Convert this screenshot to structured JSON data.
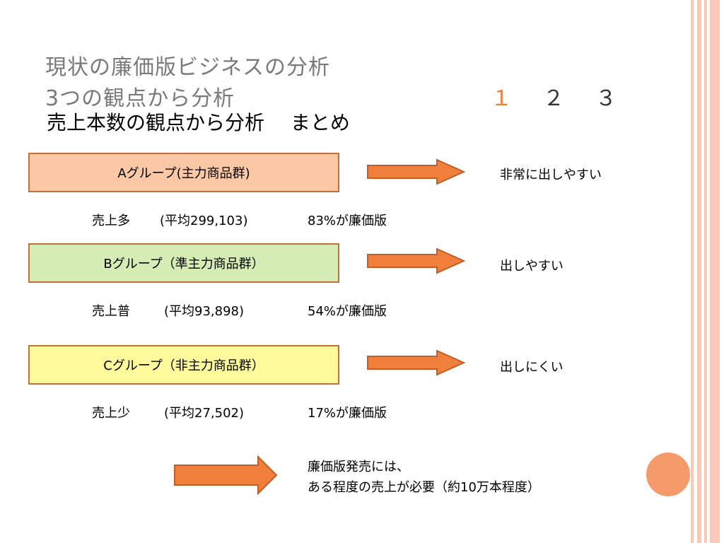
{
  "title": {
    "line1": "現状の廉価版ビジネスの分析",
    "line2": "3つの観点から分析"
  },
  "numbers": [
    "１",
    "２",
    "３"
  ],
  "subtitle": "売上本数の観点から分析　 まとめ",
  "groups": [
    {
      "label": "Aグループ(主力商品群)",
      "result": "非常に出しやすい",
      "sales": "売上多",
      "average": "(平均299,103)",
      "ratio": "83%が廉価版",
      "fill": "#fbc8a6"
    },
    {
      "label": "Bグループ（準主力商品群）",
      "result": "出しやすい",
      "sales": "売上普",
      "average": "(平均93,898)",
      "ratio": "54%が廉価版",
      "fill": "#d5edb5"
    },
    {
      "label": "Cグループ（非主力商品群）",
      "result": "出しにくい",
      "sales": "売上少",
      "average": "(平均27,502)",
      "ratio": "17%が廉価版",
      "fill": "#fffb9c"
    }
  ],
  "conclusion": {
    "line1": "廉価版発売には、",
    "line2": "ある程度の売上が必要（約10万本程度）"
  },
  "colors": {
    "accent": "#f07f3c",
    "arrow_fill": "#f07f3c",
    "arrow_border": "#c05f2a",
    "title_gray": "#7a7a7a",
    "number_1": "#f07f3c",
    "decor_circle": "#f59a6a",
    "right_stripes": "#f6c9b8"
  }
}
